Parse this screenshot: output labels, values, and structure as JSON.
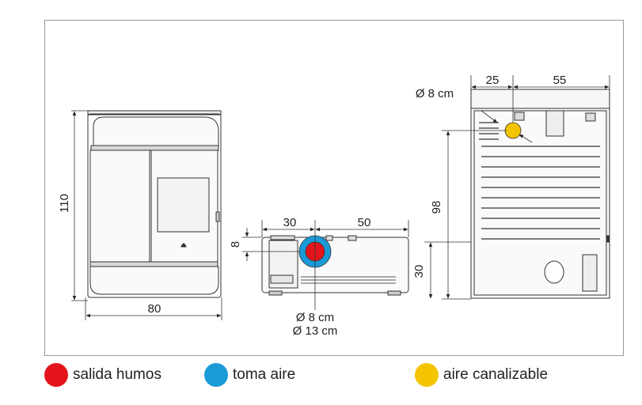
{
  "front_view": {
    "height_label": "110",
    "width_label": "80"
  },
  "side_view": {
    "offset_label": "30",
    "span_label": "50",
    "vertical_label": "8",
    "inner_diameter_label": "Ø 8 cm",
    "outer_diameter_label": "Ø 13 cm"
  },
  "rear_view": {
    "diameter_label": "Ø 8 cm",
    "left_label": "25",
    "right_label": "55",
    "height_label": "98",
    "low_label": "30"
  },
  "legend": [
    {
      "label": "salida humos",
      "color": "#e3141b"
    },
    {
      "label": "toma aire",
      "color": "#1b9ad8"
    },
    {
      "label": "aire canalizable",
      "color": "#f5c400"
    }
  ]
}
